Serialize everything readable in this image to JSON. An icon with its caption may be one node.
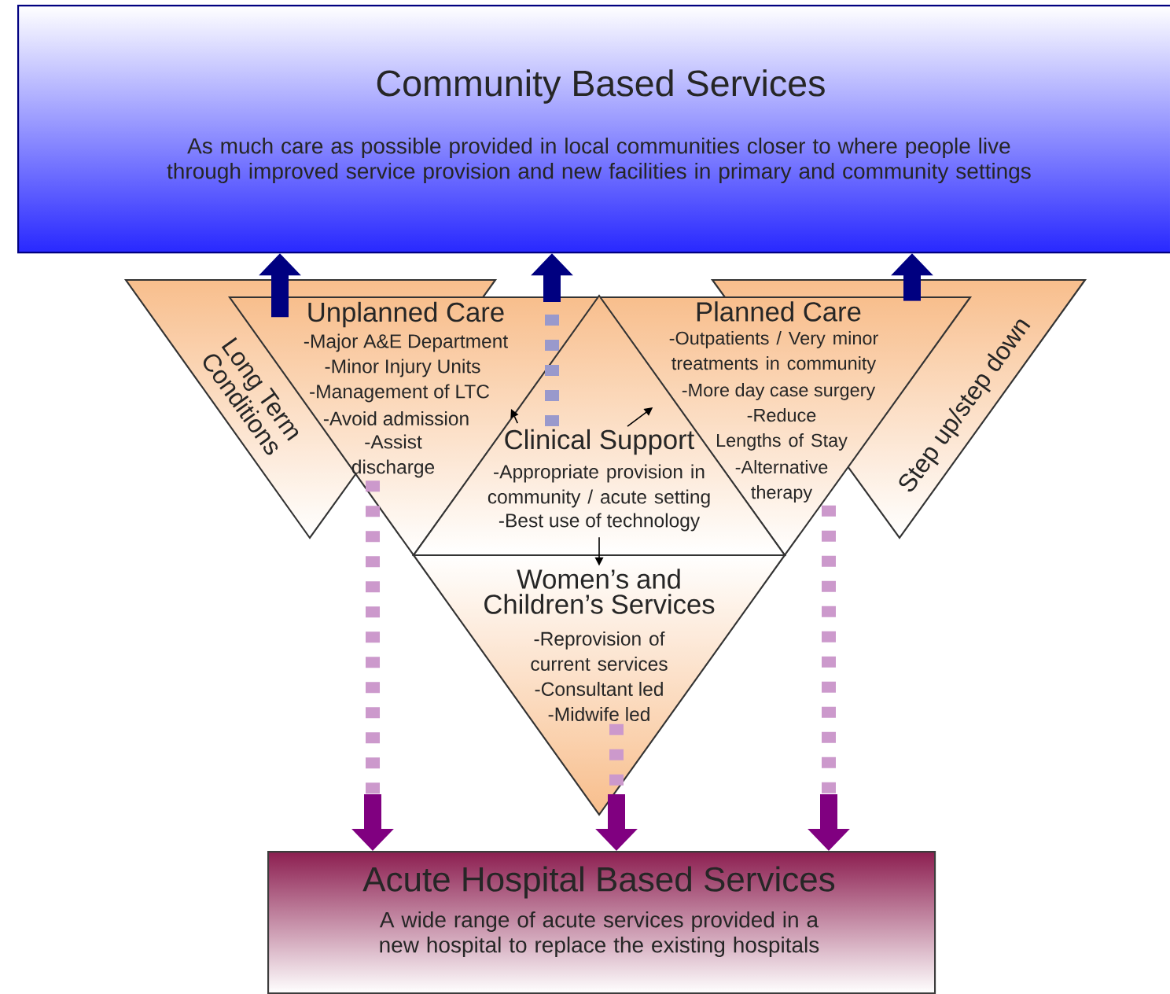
{
  "diagram": {
    "nodes": [
      {
        "text": [
          "Community Based Services",
          "As much care as possible provided in local communities closer to where people live through improved service provision and new facilities in primary and community settings"
        ]
      },
      {
        "text": [
          "Long Term Conditions"
        ]
      },
      {
        "text": [
          "Unplanned Care",
          "-Major A&E Department",
          "-Minor Injury Units",
          "-Management of LTC",
          "-Avoid admission",
          "-Assist discharge"
        ]
      },
      {
        "text": [
          "Planned Care",
          "-Outpatients / Very minor treatments in community",
          "-More day case surgery",
          "-Reduce Lengths of Stay",
          "-Alternative therapy"
        ]
      },
      {
        "text": [
          "Step up/step down"
        ]
      },
      {
        "text": [
          "Clinical Support",
          "-Appropriate provision in community / acute setting",
          "-Best use of technology"
        ]
      },
      {
        "text": [
          "Women’s and Children’s Services",
          "-Reprovision of current services",
          "-Consultant led",
          "-Midwife led"
        ]
      },
      {
        "text": [
          "Acute Hospital Based Services",
          "A wide range of acute services provided in a new hospital to replace the existing hospitals"
        ]
      }
    ],
    "edges": [
      {
        "from": 1,
        "to": 0,
        "arrow": "to",
        "color": "#000080"
      },
      {
        "from": 5,
        "to": 0,
        "arrow": "to",
        "style": "dashed",
        "color": "#9999cc"
      },
      {
        "from": 4,
        "to": 0,
        "arrow": "to",
        "color": "#000080"
      },
      {
        "from": 2,
        "to": 7,
        "arrow": "to",
        "style": "dashed",
        "color": "#cc99cc"
      },
      {
        "from": 6,
        "to": 7,
        "arrow": "to",
        "style": "dashed",
        "color": "#cc99cc"
      },
      {
        "from": 3,
        "to": 7,
        "arrow": "to",
        "style": "dashed",
        "color": "#cc99cc"
      },
      {
        "from": 5,
        "to": 2,
        "arrow": "to",
        "color": "#000000"
      },
      {
        "from": 5,
        "to": 3,
        "arrow": "to",
        "color": "#000000"
      },
      {
        "from": 5,
        "to": 6,
        "arrow": "to",
        "color": "#000000"
      }
    ]
  }
}
